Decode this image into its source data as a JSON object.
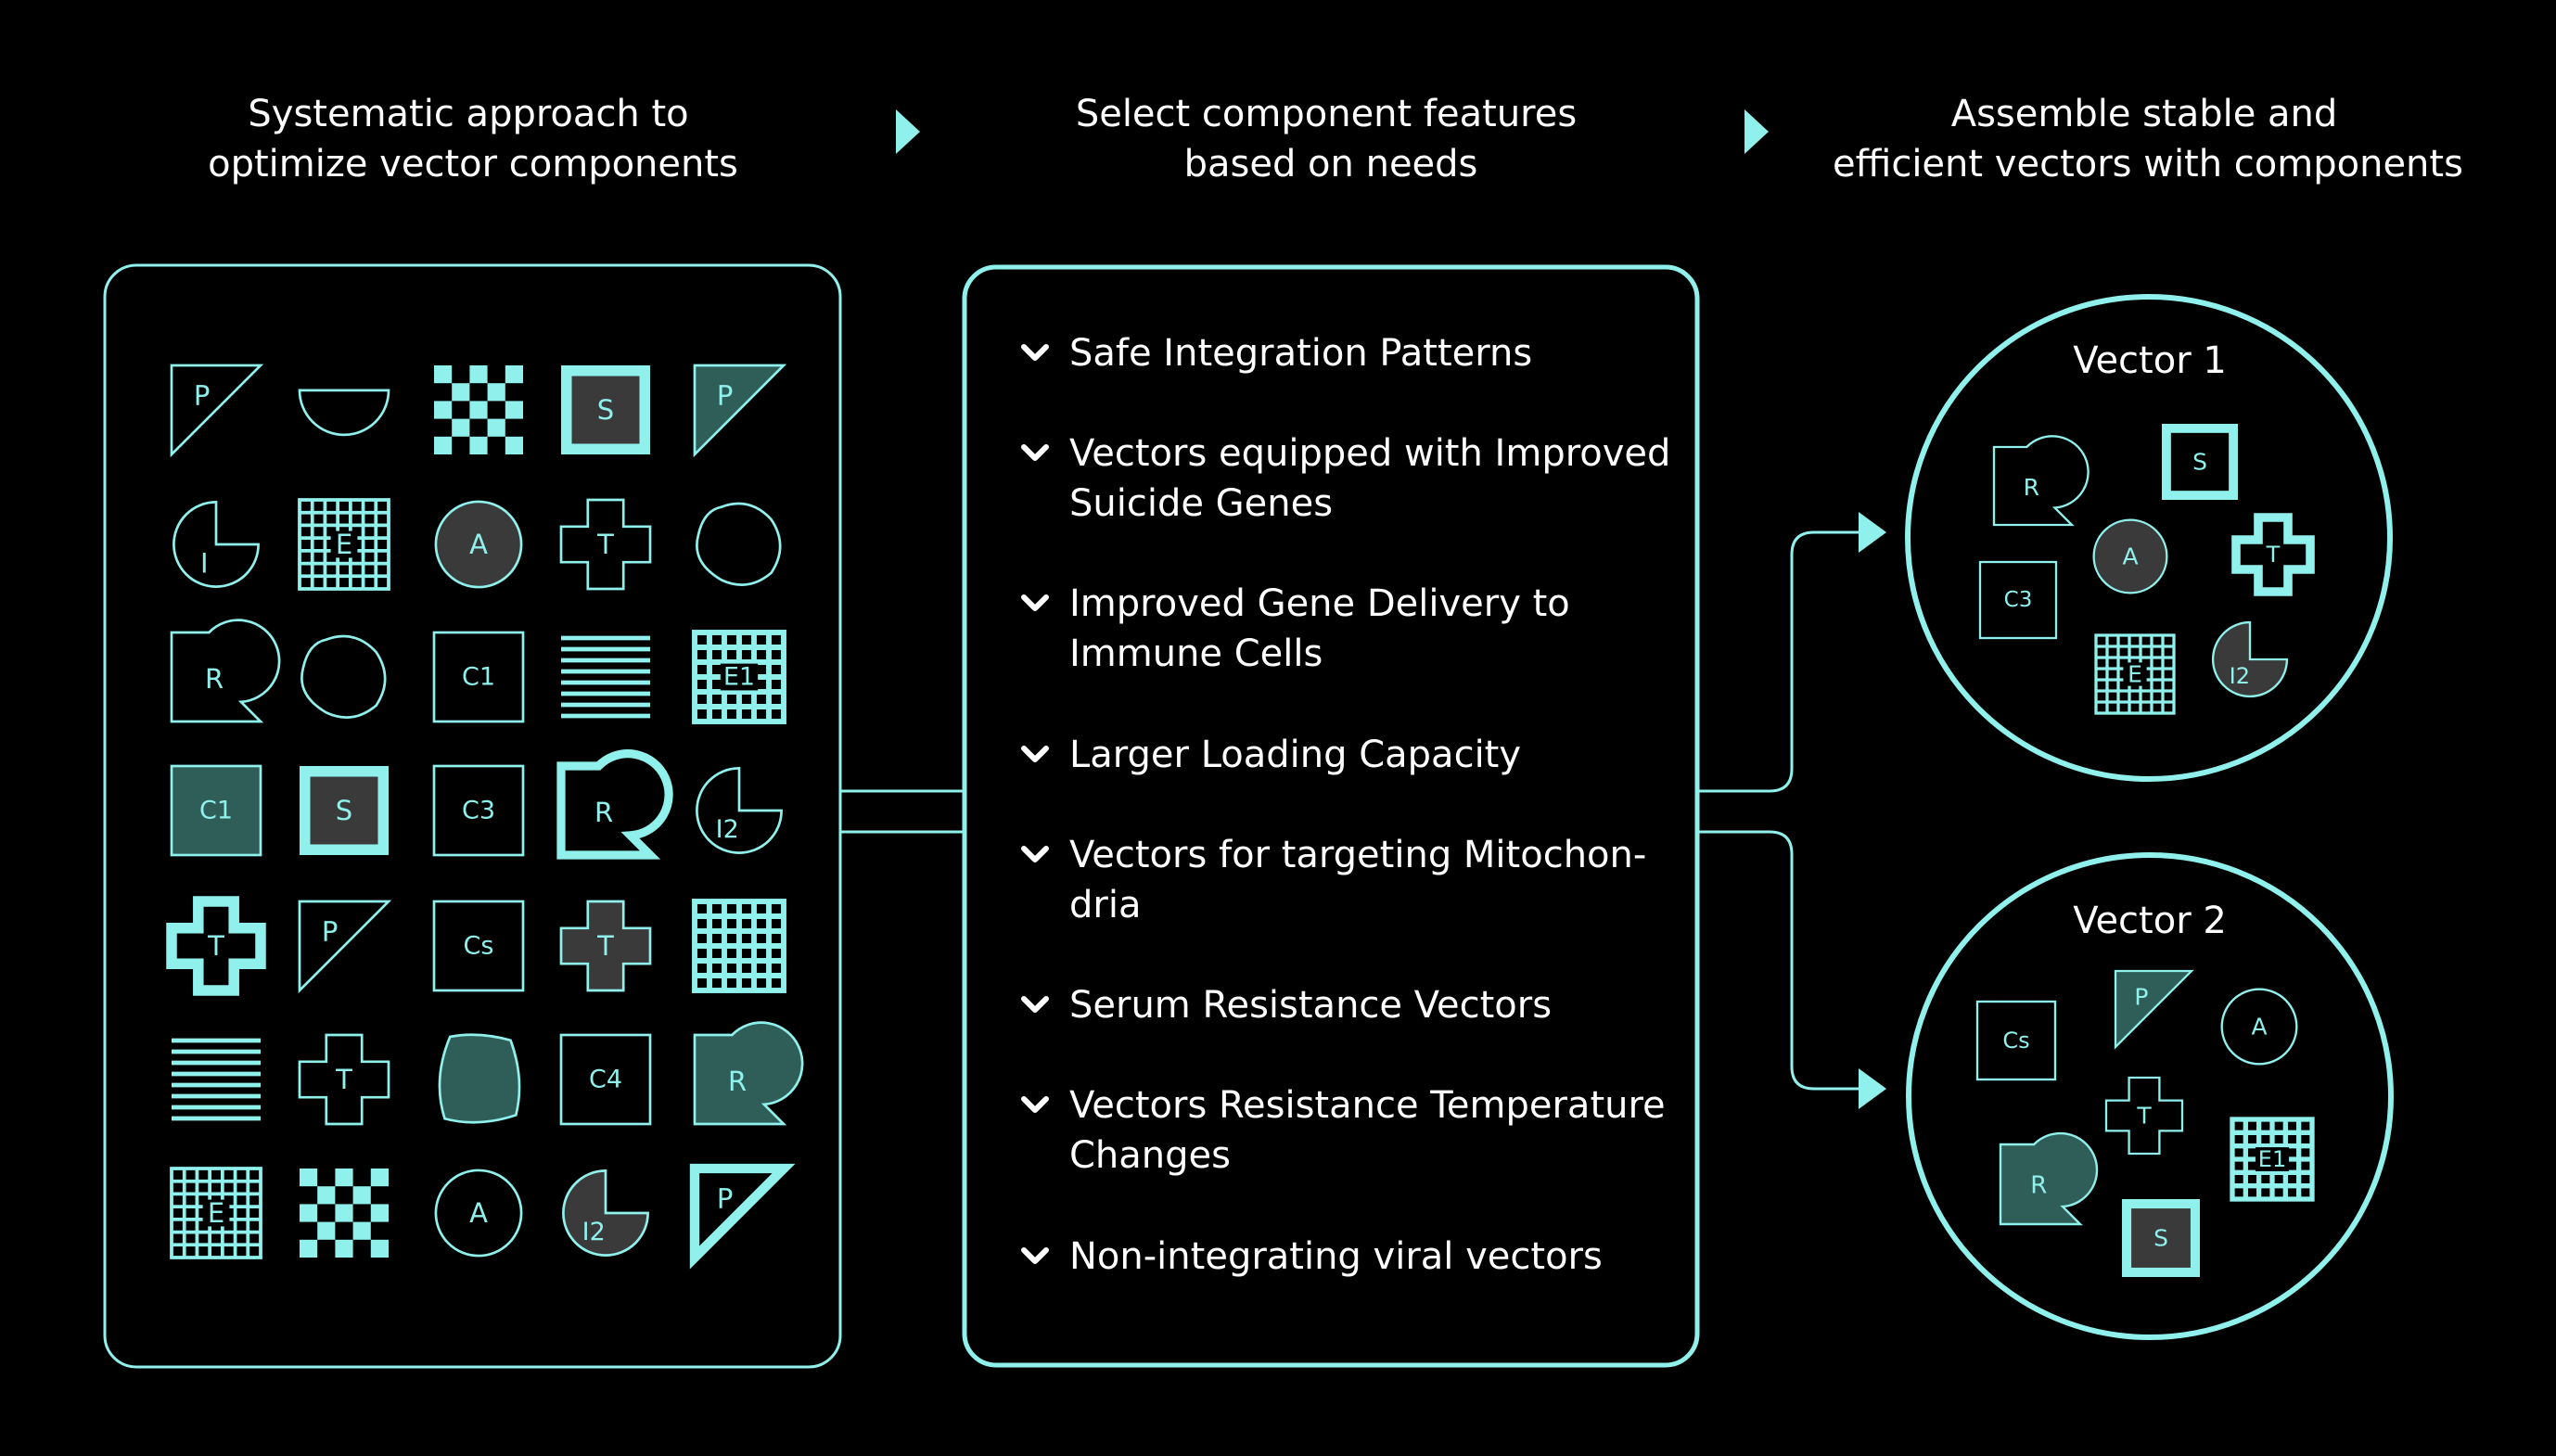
{
  "colors": {
    "background": "#000000",
    "accent": "#8ff0ec",
    "dark_fill": "#3a3a3a",
    "teal_fill": "#2f5e58"
  },
  "steps": [
    {
      "lines": [
        "Systematic approach to",
        "optimize vector components"
      ]
    },
    {
      "lines": [
        "Select component features",
        "based on needs"
      ]
    },
    {
      "lines": [
        "Assemble stable and",
        "efficient vectors with components"
      ]
    }
  ],
  "features": [
    {
      "lines": [
        "Safe Integration Patterns"
      ]
    },
    {
      "lines": [
        "Vectors equipped with Improved",
        "Suicide Genes"
      ]
    },
    {
      "lines": [
        "Improved Gene Delivery to",
        "Immune Cells"
      ]
    },
    {
      "lines": [
        "Larger Loading Capacity"
      ]
    },
    {
      "lines": [
        "Vectors for targeting Mitochon-",
        "dria"
      ]
    },
    {
      "lines": [
        "Serum Resistance Vectors"
      ]
    },
    {
      "lines": [
        "Vectors Resistance Temperature",
        "Changes"
      ]
    },
    {
      "lines": [
        "Non-integrating viral vectors"
      ]
    }
  ],
  "library": [
    [
      {
        "shape": "triangle",
        "label": "P",
        "fill": "none"
      },
      {
        "shape": "half-circle",
        "label": "",
        "fill": "none"
      },
      {
        "shape": "checker",
        "label": "",
        "fill": "none"
      },
      {
        "shape": "thick-square",
        "label": "S",
        "fill": "dark"
      },
      {
        "shape": "triangle",
        "label": "P",
        "fill": "teal"
      }
    ],
    [
      {
        "shape": "pacman",
        "label": "I",
        "fill": "none"
      },
      {
        "shape": "grid",
        "label": "E",
        "fill": "none"
      },
      {
        "shape": "circle",
        "label": "A",
        "fill": "dark"
      },
      {
        "shape": "cross",
        "label": "T",
        "fill": "none"
      },
      {
        "shape": "blob",
        "label": "",
        "fill": "none"
      }
    ],
    [
      {
        "shape": "bubble",
        "label": "R",
        "fill": "none"
      },
      {
        "shape": "blob",
        "label": "",
        "fill": "none"
      },
      {
        "shape": "square",
        "label": "C1",
        "fill": "none"
      },
      {
        "shape": "lines",
        "label": "",
        "fill": "none"
      },
      {
        "shape": "thick-grid",
        "label": "E1",
        "fill": "none"
      }
    ],
    [
      {
        "shape": "square",
        "label": "C1",
        "fill": "teal"
      },
      {
        "shape": "thick-square",
        "label": "S",
        "fill": "dark"
      },
      {
        "shape": "square",
        "label": "C3",
        "fill": "none"
      },
      {
        "shape": "thick-bubble",
        "label": "R",
        "fill": "none"
      },
      {
        "shape": "pacman",
        "label": "I2",
        "fill": "none"
      }
    ],
    [
      {
        "shape": "thick-cross",
        "label": "T",
        "fill": "none"
      },
      {
        "shape": "triangle",
        "label": "P",
        "fill": "none"
      },
      {
        "shape": "square",
        "label": "Cs",
        "fill": "none"
      },
      {
        "shape": "cross",
        "label": "T",
        "fill": "dark"
      },
      {
        "shape": "thick-grid",
        "label": "",
        "fill": "none"
      }
    ],
    [
      {
        "shape": "lines",
        "label": "",
        "fill": "none"
      },
      {
        "shape": "cross",
        "label": "T",
        "fill": "none"
      },
      {
        "shape": "rounded-square",
        "label": "",
        "fill": "teal"
      },
      {
        "shape": "square",
        "label": "C4",
        "fill": "none"
      },
      {
        "shape": "bubble",
        "label": "R",
        "fill": "teal"
      }
    ],
    [
      {
        "shape": "grid",
        "label": "E",
        "fill": "none"
      },
      {
        "shape": "checker",
        "label": "",
        "fill": "none"
      },
      {
        "shape": "circle",
        "label": "A",
        "fill": "none"
      },
      {
        "shape": "pacman",
        "label": "I2",
        "fill": "dark"
      },
      {
        "shape": "thick-triangle",
        "label": "P",
        "fill": "none"
      }
    ]
  ],
  "vectors": [
    {
      "title": "Vector 1",
      "components": [
        {
          "shape": "bubble",
          "label": "R",
          "fill": "none"
        },
        {
          "shape": "thick-square",
          "label": "S",
          "fill": "none"
        },
        {
          "shape": "circle",
          "label": "A",
          "fill": "dark"
        },
        {
          "shape": "thick-cross",
          "label": "T",
          "fill": "none"
        },
        {
          "shape": "square",
          "label": "C3",
          "fill": "none"
        },
        {
          "shape": "grid",
          "label": "E",
          "fill": "none"
        },
        {
          "shape": "pacman",
          "label": "I2",
          "fill": "dark"
        }
      ]
    },
    {
      "title": "Vector 2",
      "components": [
        {
          "shape": "square",
          "label": "Cs",
          "fill": "none"
        },
        {
          "shape": "triangle",
          "label": "P",
          "fill": "teal"
        },
        {
          "shape": "circle",
          "label": "A",
          "fill": "none"
        },
        {
          "shape": "cross",
          "label": "T",
          "fill": "none"
        },
        {
          "shape": "thick-grid",
          "label": "E1",
          "fill": "none"
        },
        {
          "shape": "bubble",
          "label": "R",
          "fill": "teal"
        },
        {
          "shape": "thick-square",
          "label": "S",
          "fill": "dark"
        }
      ]
    }
  ]
}
